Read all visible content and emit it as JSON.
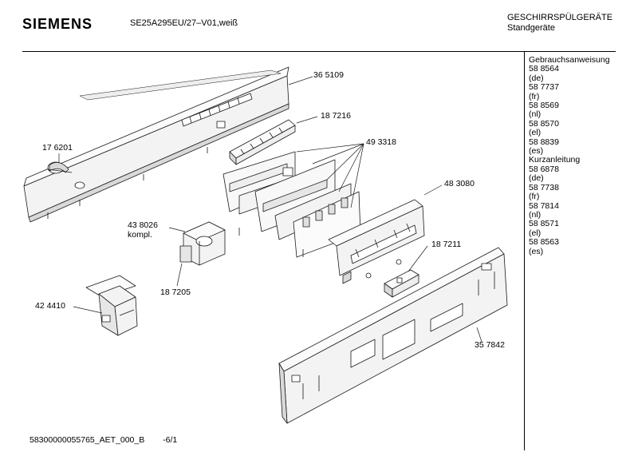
{
  "header": {
    "brand": "SIEMENS",
    "model": "SE25A295EU/27–V01,weiß",
    "category": "GESCHIRRSPÜLGERÄTE",
    "subcategory": "Standgeräte"
  },
  "documents": [
    {
      "title": "Gebrauchsanweisung"
    },
    {
      "number": "58 8564",
      "lang": "(de)"
    },
    {
      "number": "58 7737",
      "lang": "(fr)"
    },
    {
      "number": "58 8569",
      "lang": "(nl)"
    },
    {
      "number": "58 8570",
      "lang": "(el)"
    },
    {
      "number": "58 8839",
      "lang": "(es)"
    },
    {
      "title": "Kurzanleitung"
    },
    {
      "number": "58 6878",
      "lang": "(de)"
    },
    {
      "number": "58 7738",
      "lang": "(fr)"
    },
    {
      "number": "58 7814",
      "lang": "(nl)"
    },
    {
      "number": "58 8571",
      "lang": "(el)"
    },
    {
      "number": "58 8563",
      "lang": "(es)"
    }
  ],
  "parts": [
    {
      "id": "p365109",
      "number": "36 5109"
    },
    {
      "id": "p187216",
      "number": "18 7216"
    },
    {
      "id": "p176201",
      "number": "17 6201"
    },
    {
      "id": "p493318",
      "number": "49 3318"
    },
    {
      "id": "p483080",
      "number": "48 3080"
    },
    {
      "id": "p438026",
      "number": "43 8026",
      "note": "kompl."
    },
    {
      "id": "p187211",
      "number": "18 7211"
    },
    {
      "id": "p187205",
      "number": "18 7205"
    },
    {
      "id": "p424410",
      "number": "42 4410"
    },
    {
      "id": "p357842",
      "number": "35 7842"
    }
  ],
  "footer": {
    "doc_id": "58300000055765_AET_000_B",
    "page": "-6/1"
  },
  "colors": {
    "line": "#1a1a1a",
    "panel_face": "#f3f3f3",
    "panel_top": "#fbfbfb",
    "shadow": "#d9d9d9"
  }
}
